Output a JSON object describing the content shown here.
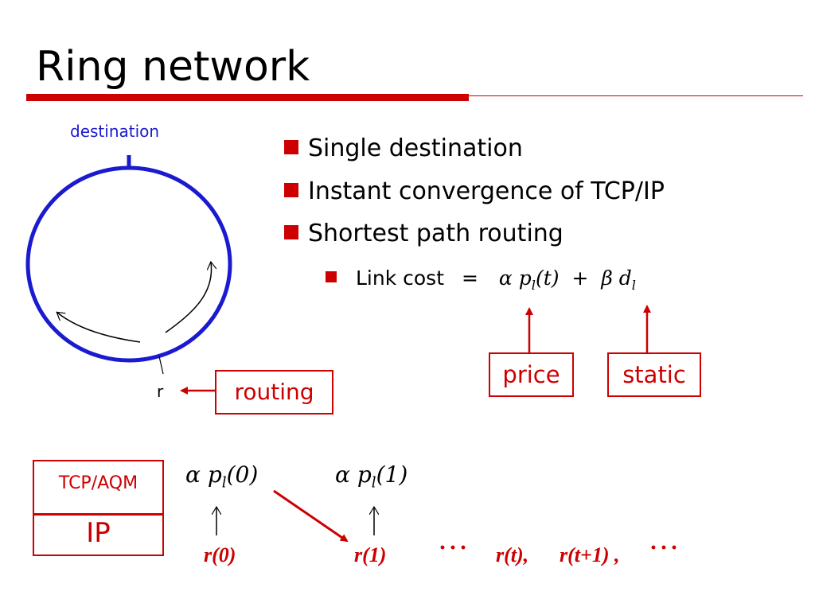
{
  "title": "Ring network",
  "colors": {
    "accent": "#cc0000",
    "ring": "#1a1ad0"
  },
  "diagram": {
    "destination_label": "destination",
    "router_label": "r",
    "routing_label": "routing"
  },
  "bullets": [
    "Single destination",
    "Instant convergence of TCP/IP",
    "Shortest path routing"
  ],
  "sub_bullet": {
    "label": "Link cost",
    "equals": "=",
    "alpha": "α",
    "p": "p",
    "p_sub": "l",
    "p_arg": "(t)",
    "plus": "+",
    "beta": "β",
    "d": "d",
    "d_sub": "l"
  },
  "boxes": {
    "price": "price",
    "static": "static"
  },
  "stack": {
    "top": "TCP/AQM",
    "bottom": "IP"
  },
  "sequence": {
    "term0": {
      "alpha": "α",
      "p": "p",
      "sub": "l",
      "arg": "(0)"
    },
    "term1": {
      "alpha": "α",
      "p": "p",
      "sub": "l",
      "arg": "(1)"
    },
    "r0": "r(0)",
    "r1": "r(1)",
    "dots1": "···",
    "rt": "r(t),",
    "rt1": "r(t+1) ,",
    "dots2": "···"
  }
}
